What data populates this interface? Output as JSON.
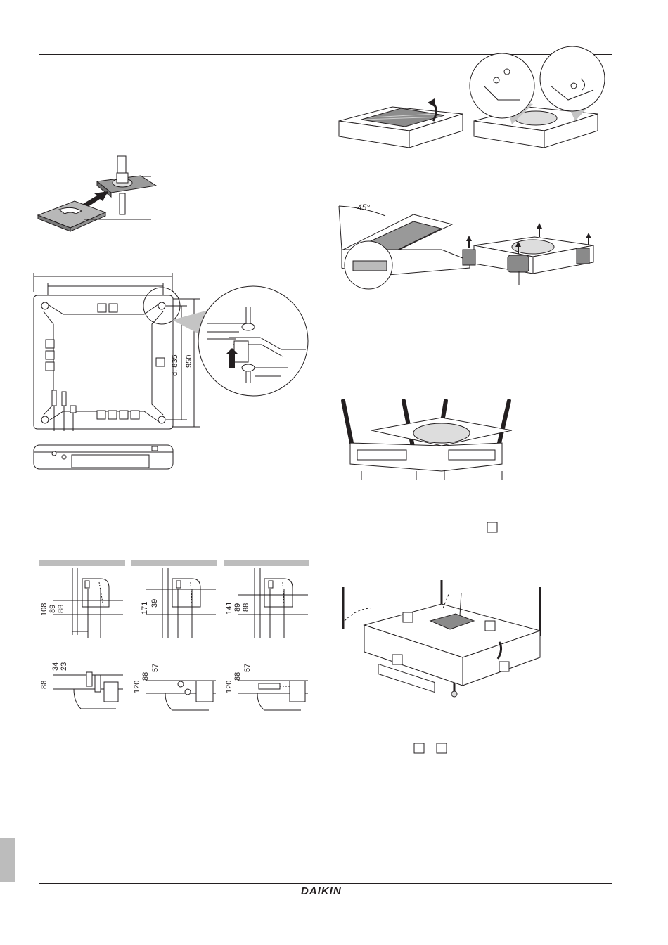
{
  "footer": {
    "brand": "DAIKIN"
  },
  "figures": {
    "angle_label": "45°",
    "distance_d": "d: 835",
    "width_950": "950",
    "pipe_variants": [
      {
        "top": [
          "108",
          "89",
          "88"
        ],
        "bottom": [
          "88",
          "34",
          "23"
        ]
      },
      {
        "top": [
          "171",
          "39"
        ],
        "bottom": [
          "120",
          "88",
          "57"
        ]
      },
      {
        "top": [
          "141",
          "89",
          "88"
        ],
        "bottom": [
          "120",
          "88",
          "57"
        ]
      }
    ]
  },
  "colors": {
    "line": "#231f20",
    "gray_band": "#bdbdbd",
    "tab": "#bcbcbc",
    "shade": "#8a8a8a"
  }
}
